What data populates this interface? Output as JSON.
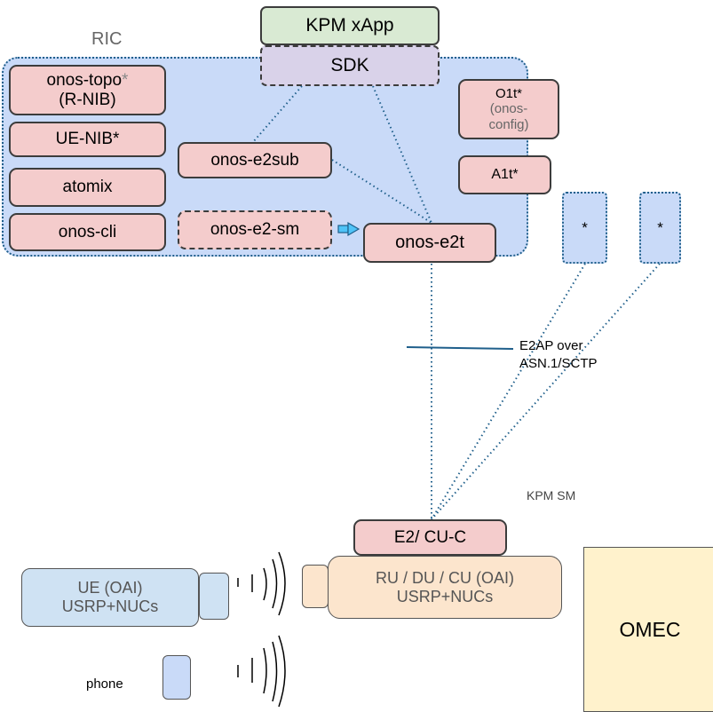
{
  "ric": {
    "label": "RIC"
  },
  "kpm_xapp": {
    "label": "KPM xApp"
  },
  "sdk": {
    "label": "SDK"
  },
  "components": {
    "onos_topo": {
      "name": "onos-topo",
      "star": "*",
      "sub": "(R-NIB)"
    },
    "ue_nib": "UE-NIB*",
    "atomix": "atomix",
    "onos_cli": "onos-cli",
    "onos_e2sub": "onos-e2sub",
    "onos_e2_sm": "onos-e2-sm",
    "onos_e2t": "onos-e2t",
    "o1t": {
      "name": "O1t*",
      "sub1": "(onos-",
      "sub2": "config)"
    },
    "a1t": "A1t*",
    "extra1": "*",
    "extra2": "*"
  },
  "interface": {
    "line1": "E2AP over",
    "line2": "ASN.1/SCTP"
  },
  "kpm_sm": "KPM SM",
  "e2_cuc": "E2/ CU-C",
  "ran": {
    "line1": "RU / DU / CU (OAI)",
    "line2": "USRP+NUCs"
  },
  "ue": {
    "line1": "UE (OAI)",
    "line2": "USRP+NUCs"
  },
  "phone": "phone",
  "omec": "OMEC",
  "colors": {
    "ric_bg": "#c9daf8",
    "component_pink": "#f4cccc",
    "xapp_green": "#d9ead3",
    "sdk_purple": "#d9d2e9",
    "ran_peach": "#fce5cd",
    "omec_yellow": "#fff2cc",
    "dotted_link": "#1f5f8b"
  }
}
